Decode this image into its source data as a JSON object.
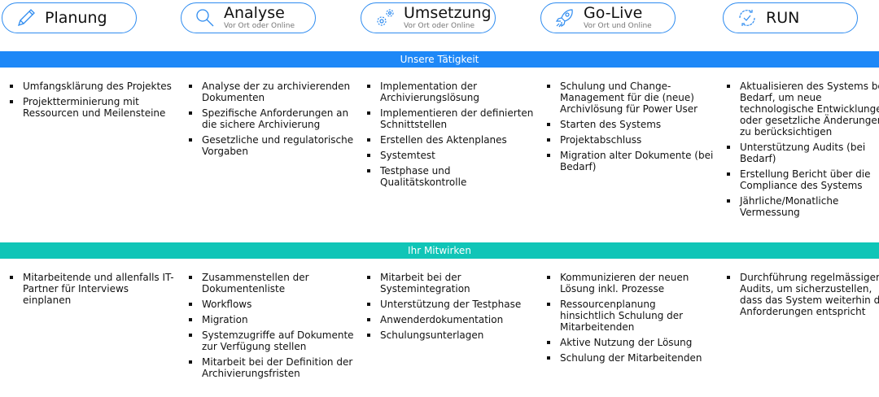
{
  "phases": [
    {
      "title": "Planung",
      "subtitle": null,
      "icon": "pencil-icon"
    },
    {
      "title": "Analyse",
      "subtitle": "Vor Ort oder Online",
      "icon": "magnifier-icon"
    },
    {
      "title": "Umsetzung",
      "subtitle": "Vor Ort oder Online",
      "icon": "gears-icon"
    },
    {
      "title": "Go-Live",
      "subtitle": "Vor Ort und Online",
      "icon": "rocket-icon"
    },
    {
      "title": "RUN",
      "subtitle": null,
      "icon": "cycle-check-icon"
    }
  ],
  "colors": {
    "accent": "#1e88f7",
    "teal": "#10c5b7"
  },
  "section1": {
    "title": "Unsere Tätigkeit",
    "columns": [
      [
        "Umfangsklärung des Projektes",
        "Projektterminierung mit Ressourcen und Meilensteine"
      ],
      [
        "Analyse der zu archivierenden Dokumenten",
        "Spezifische Anforderungen an die sichere Archivierung",
        "Gesetzliche und regulatorische Vorgaben"
      ],
      [
        "Implementation der Archivierungslösung",
        "Implementieren der definierten Schnittstellen",
        "Erstellen des Aktenplanes",
        "Systemtest",
        "Testphase und Qualitätskontrolle"
      ],
      [
        "Schulung und Change-Management für die (neue) Archivlösung für Power User",
        "Starten des Systems",
        "Projektabschluss",
        "Migration alter Dokumente (bei Bedarf)"
      ],
      [
        "Aktualisieren des Systems bei Bedarf, um neue technologische Entwicklungen oder gesetzliche Änderungen zu berücksichtigen",
        "Unterstützung Audits (bei Bedarf)",
        "Erstellung Bericht über die Compliance des Systems",
        "Jährliche/Monatliche Vermessung"
      ]
    ]
  },
  "section2": {
    "title": "Ihr Mitwirken",
    "columns": [
      [
        "Mitarbeitende und allenfalls IT-Partner für Interviews einplanen"
      ],
      [
        "Zusammenstellen der Dokumentenliste",
        "Workflows",
        "Migration",
        "Systemzugriffe auf Dokumente zur Verfügung stellen",
        "Mitarbeit bei der Definition der Archivierungsfristen"
      ],
      [
        "Mitarbeit bei der Systemintegration",
        "Unterstützung der Testphase",
        "Anwenderdokumentation",
        "Schulungsunterlagen"
      ],
      [
        "Kommunizieren der neuen Lösung inkl. Prozesse",
        "Ressourcenplanung hinsichtlich Schulung der Mitarbeitenden",
        "Aktive Nutzung der Lösung",
        "Schulung der Mitarbeitenden"
      ],
      [
        "Durchführung regelmässiger Audits, um sicherzustellen, dass das System weiterhin den Anforderungen entspricht"
      ]
    ]
  }
}
